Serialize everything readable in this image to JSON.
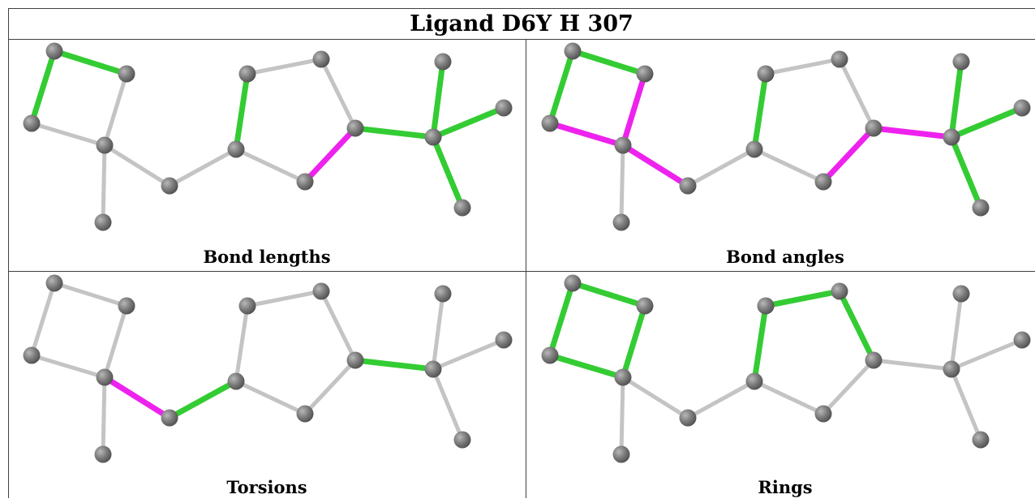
{
  "title": "Ligand D6Y H 307",
  "panels": [
    {
      "id": "bond-lengths",
      "label": "Bond lengths",
      "green": [
        "a-b",
        "a-c",
        "d-f",
        "f-g",
        "g-h",
        "i-j",
        "j-k",
        "j-l",
        "j-m"
      ],
      "magenta": [
        "h-i"
      ]
    },
    {
      "id": "bond-angles",
      "label": "Bond angles",
      "green": [
        "a-b",
        "a-c",
        "f-g",
        "g-h",
        "j-k",
        "j-l",
        "j-m"
      ],
      "magenta": [
        "b-d",
        "c-d",
        "d-e",
        "h-i",
        "i-j"
      ]
    },
    {
      "id": "torsions",
      "label": "Torsions",
      "green": [
        "e-f",
        "i-j"
      ],
      "magenta": [
        "d-e"
      ]
    },
    {
      "id": "rings",
      "label": "Rings",
      "green": [
        "a-b",
        "a-c",
        "b-d",
        "c-d",
        "f-g",
        "g-n",
        "n-i",
        "i-h",
        "h-f"
      ],
      "magenta": []
    }
  ],
  "colors": {
    "green": "#33cc33",
    "magenta": "#ee22ee",
    "grey": "#c4c4c4",
    "atom": "#7a7a7a"
  }
}
